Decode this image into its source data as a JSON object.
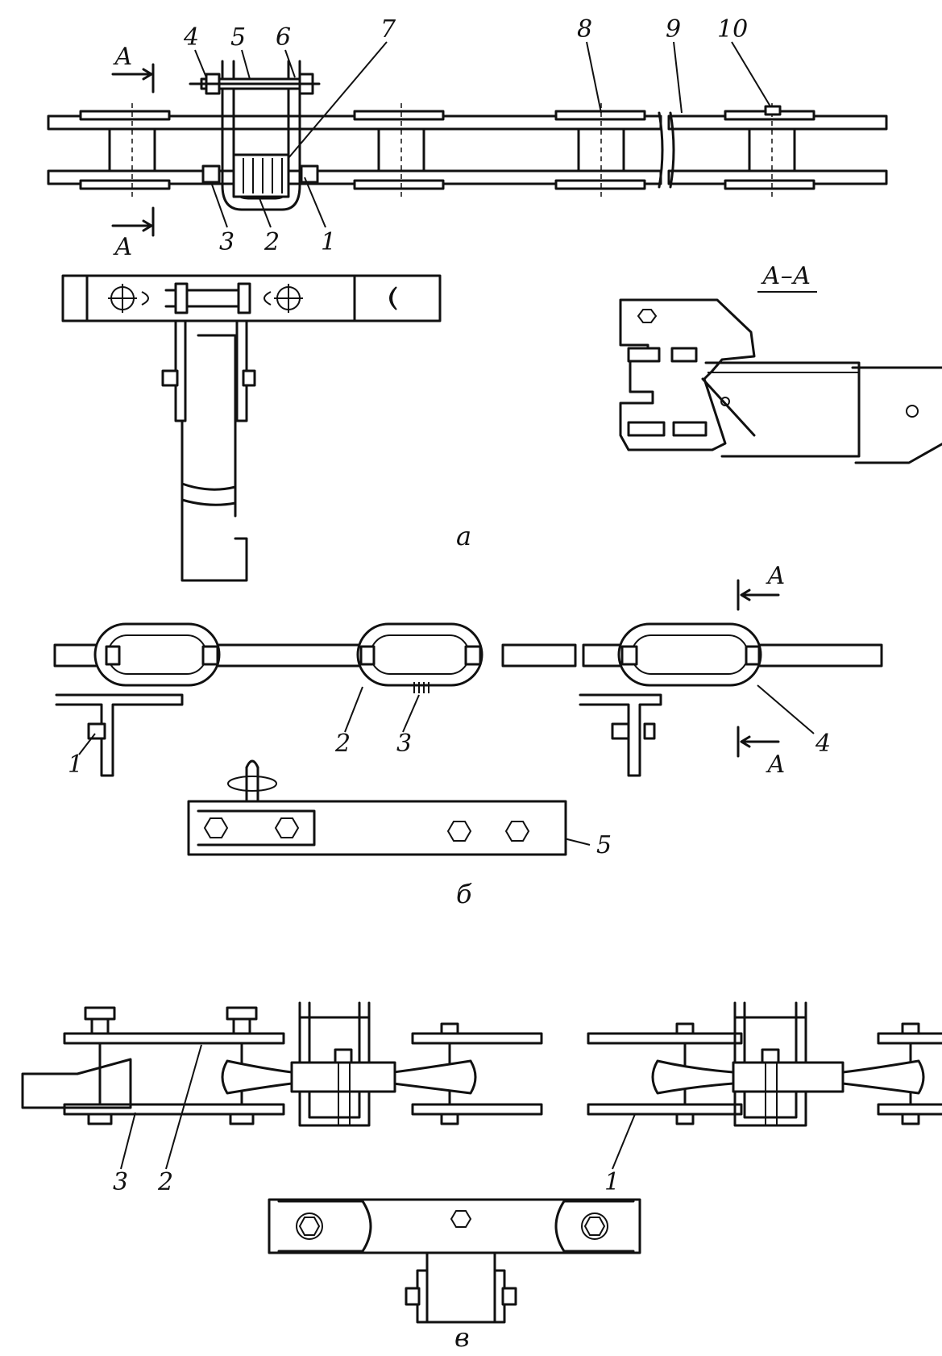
{
  "figure_a": {
    "caption": "а",
    "section_mark": "А",
    "section_title": "А–А",
    "callouts": [
      "1",
      "2",
      "3",
      "4",
      "5",
      "6",
      "7",
      "8",
      "9",
      "10"
    ]
  },
  "figure_b": {
    "caption": "б",
    "section_mark": "А",
    "callouts": [
      "1",
      "2",
      "3",
      "4",
      "5"
    ]
  },
  "figure_v": {
    "caption": "в",
    "callouts": [
      "1",
      "2",
      "3"
    ]
  }
}
